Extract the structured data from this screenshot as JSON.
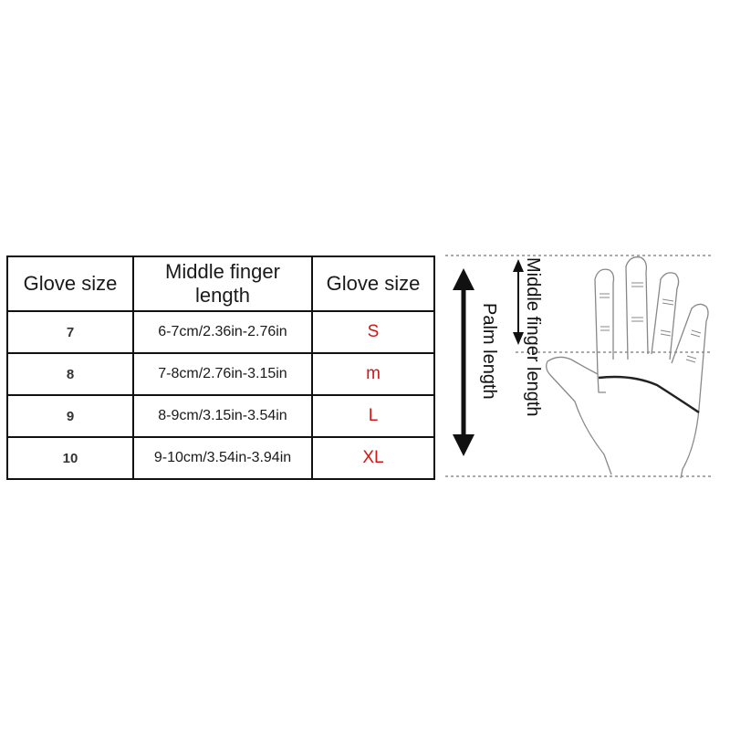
{
  "table": {
    "headers": [
      "Glove size",
      "Middle finger\nlength",
      "Glove size"
    ],
    "rows": [
      {
        "size": "7",
        "length": "6-7cm/2.36in-2.76in",
        "glove": "S"
      },
      {
        "size": "8",
        "length": "7-8cm/2.76in-3.15in",
        "glove": "m"
      },
      {
        "size": "9",
        "length": "8-9cm/3.15in-3.54in",
        "glove": "L"
      },
      {
        "size": "10",
        "length": "9-10cm/3.54in-3.94in",
        "glove": "XL"
      }
    ]
  },
  "diagram": {
    "palm_label": "Palm length",
    "middle_finger_label": "Middle finger length"
  },
  "colors": {
    "size_letter": "#d01818",
    "line": "#111111"
  }
}
